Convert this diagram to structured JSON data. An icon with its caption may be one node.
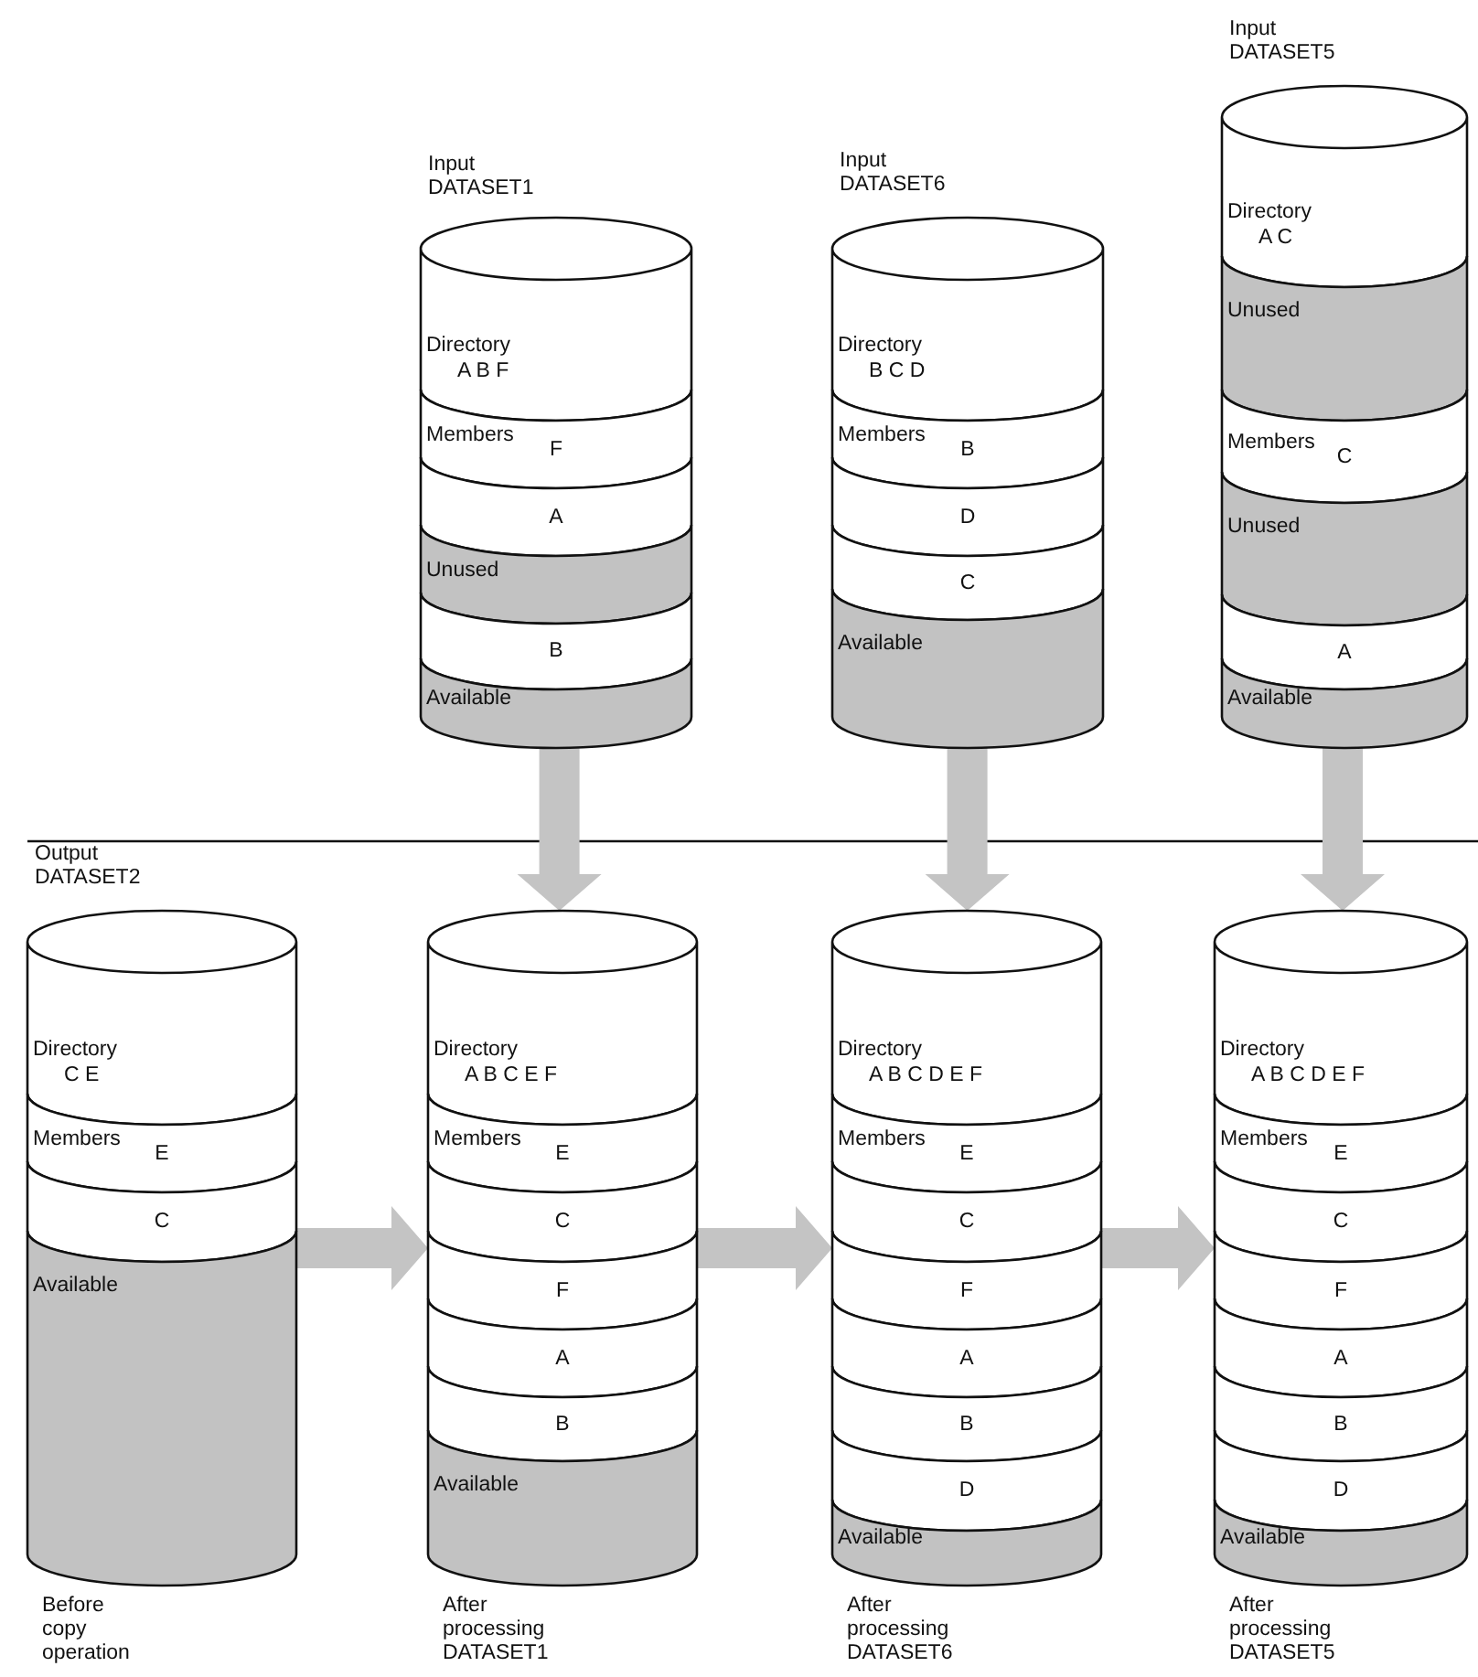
{
  "diagram": {
    "nodes": [
      {
        "text": [
          "Input DATASET1"
        ]
      },
      {
        "text": [
          "Directory",
          "A B F"
        ],
        "in": 0
      },
      {
        "text": [
          "Members",
          "F"
        ],
        "in": 0
      },
      {
        "text": [
          "A"
        ],
        "in": 0
      },
      {
        "text": [
          "Unused"
        ],
        "in": 0
      },
      {
        "text": [
          "B"
        ],
        "in": 0
      },
      {
        "text": [
          "Available"
        ],
        "in": 0
      },
      {
        "text": [
          "Input DATASET6"
        ]
      },
      {
        "text": [
          "Directory",
          "B C D"
        ],
        "in": 7
      },
      {
        "text": [
          "Members",
          "B"
        ],
        "in": 7
      },
      {
        "text": [
          "D"
        ],
        "in": 7
      },
      {
        "text": [
          "C"
        ],
        "in": 7
      },
      {
        "text": [
          "Available"
        ],
        "in": 7
      },
      {
        "text": [
          "Input DATASET5"
        ]
      },
      {
        "text": [
          "Directory",
          "A C"
        ],
        "in": 13
      },
      {
        "text": [
          "Unused"
        ],
        "in": 13
      },
      {
        "text": [
          "Members",
          "C"
        ],
        "in": 13
      },
      {
        "text": [
          "Unused"
        ],
        "in": 13
      },
      {
        "text": [
          "A"
        ],
        "in": 13
      },
      {
        "text": [
          "Available"
        ],
        "in": 13
      },
      {
        "text": [
          "Output DATASET2"
        ],
        "beside": [
          "Before copy operation"
        ]
      },
      {
        "text": [
          "Directory",
          "C E"
        ],
        "in": 20
      },
      {
        "text": [
          "Members",
          "E"
        ],
        "in": 20
      },
      {
        "text": [
          "C"
        ],
        "in": 20
      },
      {
        "text": [
          "Available"
        ],
        "in": 20
      },
      {
        "text": [],
        "shape": "cylinder",
        "beside": [
          "After processing DATASET1"
        ]
      },
      {
        "text": [
          "Directory",
          "A B C E F"
        ],
        "in": 25
      },
      {
        "text": [
          "Members",
          "E"
        ],
        "in": 25
      },
      {
        "text": [
          "C"
        ],
        "in": 25
      },
      {
        "text": [
          "F"
        ],
        "in": 25
      },
      {
        "text": [
          "A"
        ],
        "in": 25
      },
      {
        "text": [
          "B"
        ],
        "in": 25
      },
      {
        "text": [
          "Available"
        ],
        "in": 25
      },
      {
        "text": [],
        "shape": "cylinder",
        "beside": [
          "After processing DATASET6"
        ]
      },
      {
        "text": [
          "Directory",
          "A B C D E F"
        ],
        "in": 33
      },
      {
        "text": [
          "Members",
          "E"
        ],
        "in": 33
      },
      {
        "text": [
          "C"
        ],
        "in": 33
      },
      {
        "text": [
          "F"
        ],
        "in": 33
      },
      {
        "text": [
          "A"
        ],
        "in": 33
      },
      {
        "text": [
          "B"
        ],
        "in": 33
      },
      {
        "text": [
          "D"
        ],
        "in": 33
      },
      {
        "text": [
          "Available"
        ],
        "in": 33
      },
      {
        "text": [],
        "shape": "cylinder",
        "beside": [
          "After processing DATASET5"
        ]
      },
      {
        "text": [
          "Directory",
          "A B C D E F"
        ],
        "in": 42
      },
      {
        "text": [
          "Members",
          "E"
        ],
        "in": 42
      },
      {
        "text": [
          "C"
        ],
        "in": 42
      },
      {
        "text": [
          "F"
        ],
        "in": 42
      },
      {
        "text": [
          "A"
        ],
        "in": 42
      },
      {
        "text": [
          "B"
        ],
        "in": 42
      },
      {
        "text": [
          "D"
        ],
        "in": 42
      },
      {
        "text": [
          "Available"
        ],
        "in": 42
      }
    ],
    "edges": [
      {
        "from": 0,
        "to": 25,
        "arrow": "to"
      },
      {
        "from": 7,
        "to": 33,
        "arrow": "to"
      },
      {
        "from": 13,
        "to": 42,
        "arrow": "to"
      },
      {
        "from": 20,
        "to": 25,
        "arrow": "to"
      },
      {
        "from": 25,
        "to": 33,
        "arrow": "to"
      },
      {
        "from": 33,
        "to": 42,
        "arrow": "to"
      }
    ]
  }
}
